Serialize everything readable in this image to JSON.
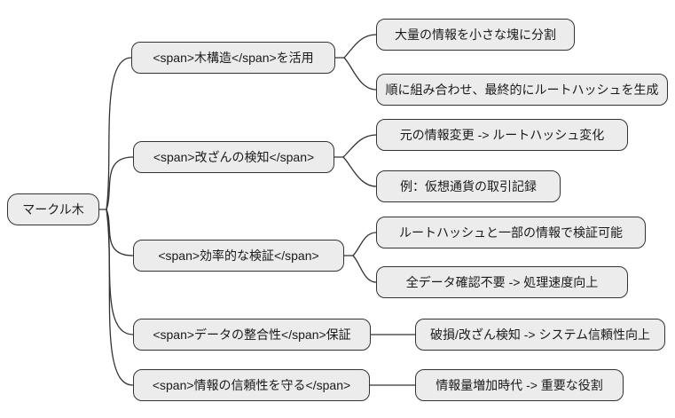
{
  "diagram": {
    "type": "mindmap",
    "topic": "Merkle tree mindmap",
    "colors": {
      "node_fill": "#ececec",
      "node_border": "#333333",
      "edge_stroke": "#333333",
      "text": "#1a1a1a",
      "background": "#ffffff"
    },
    "root": {
      "label": "マークル木"
    },
    "branches": [
      {
        "label": "<span>木構造</span>を活用",
        "children": [
          {
            "label": "大量の情報を小さな塊に分割"
          },
          {
            "label": "順に組み合わせ、最終的にルートハッシュを生成"
          }
        ]
      },
      {
        "label": "<span>改ざんの検知</span>",
        "children": [
          {
            "label": "元の情報変更 -> ルートハッシュ変化"
          },
          {
            "label": "例：仮想通貨の取引記録"
          }
        ]
      },
      {
        "label": "<span>効率的な検証</span>",
        "children": [
          {
            "label": "ルートハッシュと一部の情報で検証可能"
          },
          {
            "label": "全データ確認不要 -> 処理速度向上"
          }
        ]
      },
      {
        "label": "<span>データの整合性</span>保証",
        "children": [
          {
            "label": "破損/改ざん検知 -> システム信頼性向上"
          }
        ]
      },
      {
        "label": "<span>情報の信頼性を守る</span>",
        "children": [
          {
            "label": "情報量増加時代 -> 重要な役割"
          }
        ]
      }
    ]
  }
}
